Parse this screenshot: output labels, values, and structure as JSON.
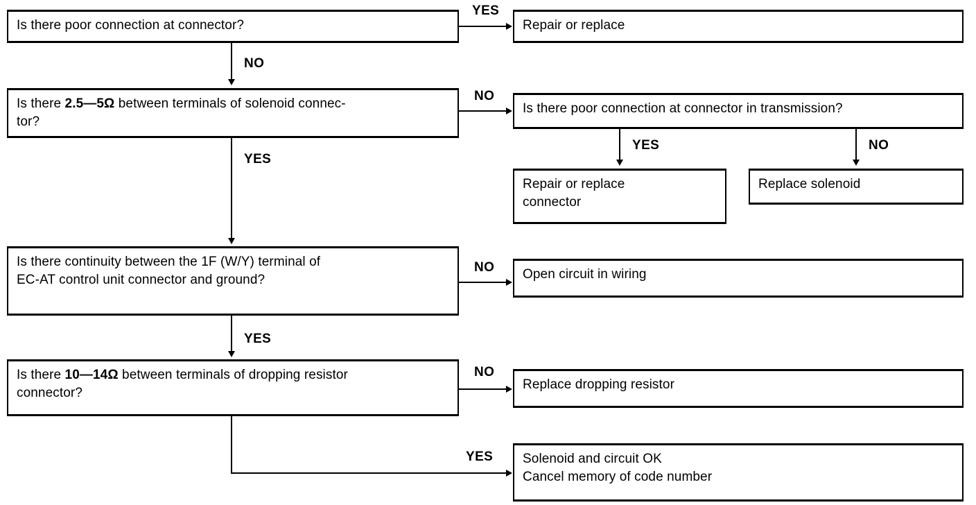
{
  "diagram": {
    "title": "Solenoid circuit diagnostic flowchart",
    "type": "flowchart",
    "line_color": "#000000",
    "background": "#ffffff"
  },
  "nodes": {
    "q1": {
      "text": "Is there poor connection at connector?"
    },
    "a1": {
      "text": "Repair or replace"
    },
    "q2": {
      "text_before": "Is there ",
      "text_bold": "2.5—5Ω",
      "text_after": " between terminals of solenoid connec-\ntor?"
    },
    "q2b": {
      "text": "Is there poor connection at connector in transmission?"
    },
    "a2_yes": {
      "text": "Repair or replace\nconnector"
    },
    "a2_no": {
      "text": "Replace solenoid"
    },
    "q3": {
      "text": "Is there continuity between the 1F (W/Y) terminal of\nEC-AT control unit connector and ground?"
    },
    "a3": {
      "text": "Open circuit in wiring"
    },
    "q4": {
      "text_before": "Is there ",
      "text_bold": "10—14Ω",
      "text_after": " between terminals of dropping resistor\nconnector?"
    },
    "a4": {
      "text": "Replace dropping resistor"
    },
    "a5": {
      "text": "Solenoid and circuit OK\nCancel memory of code number"
    }
  },
  "edges": {
    "e1_yes": {
      "label": "YES"
    },
    "e1_no": {
      "label": "NO"
    },
    "e2_no": {
      "label": "NO"
    },
    "e2_yes": {
      "label": "YES"
    },
    "e2b_yes": {
      "label": "YES"
    },
    "e2b_no": {
      "label": "NO"
    },
    "e3_no": {
      "label": "NO"
    },
    "e3_yes": {
      "label": "YES"
    },
    "e4_no": {
      "label": "NO"
    },
    "e4_yes": {
      "label": "YES"
    }
  }
}
